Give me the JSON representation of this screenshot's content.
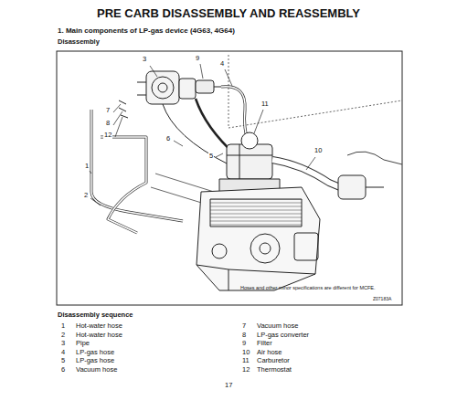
{
  "diagram": {
    "title": "PRE CARB DISASSEMBLY AND REASSEMBLY",
    "labels": [
      "1. Main components of LP-gas device (4G63, 4G64)",
      "Disassembly",
      "3",
      "9",
      "4",
      "11",
      "7",
      "8",
      "12",
      "6",
      "5",
      "1",
      "2",
      "10",
      "Hoses and other minor specifications are different for MCFE.",
      "Z07183A",
      "Disassembly sequence",
      "1",
      "Hot-water hose",
      "2",
      "Hot-water hose",
      "3",
      "Pipe",
      "4",
      "LP-gas hose",
      "5",
      "LP-gas hose",
      "6",
      "Vacuum hose",
      "7",
      "Vacuum hose",
      "8",
      "LP-gas converter",
      "9",
      "Filter",
      "10",
      "Air hose",
      "11",
      "Carburetor",
      "12",
      "Thermostat",
      "17"
    ]
  }
}
